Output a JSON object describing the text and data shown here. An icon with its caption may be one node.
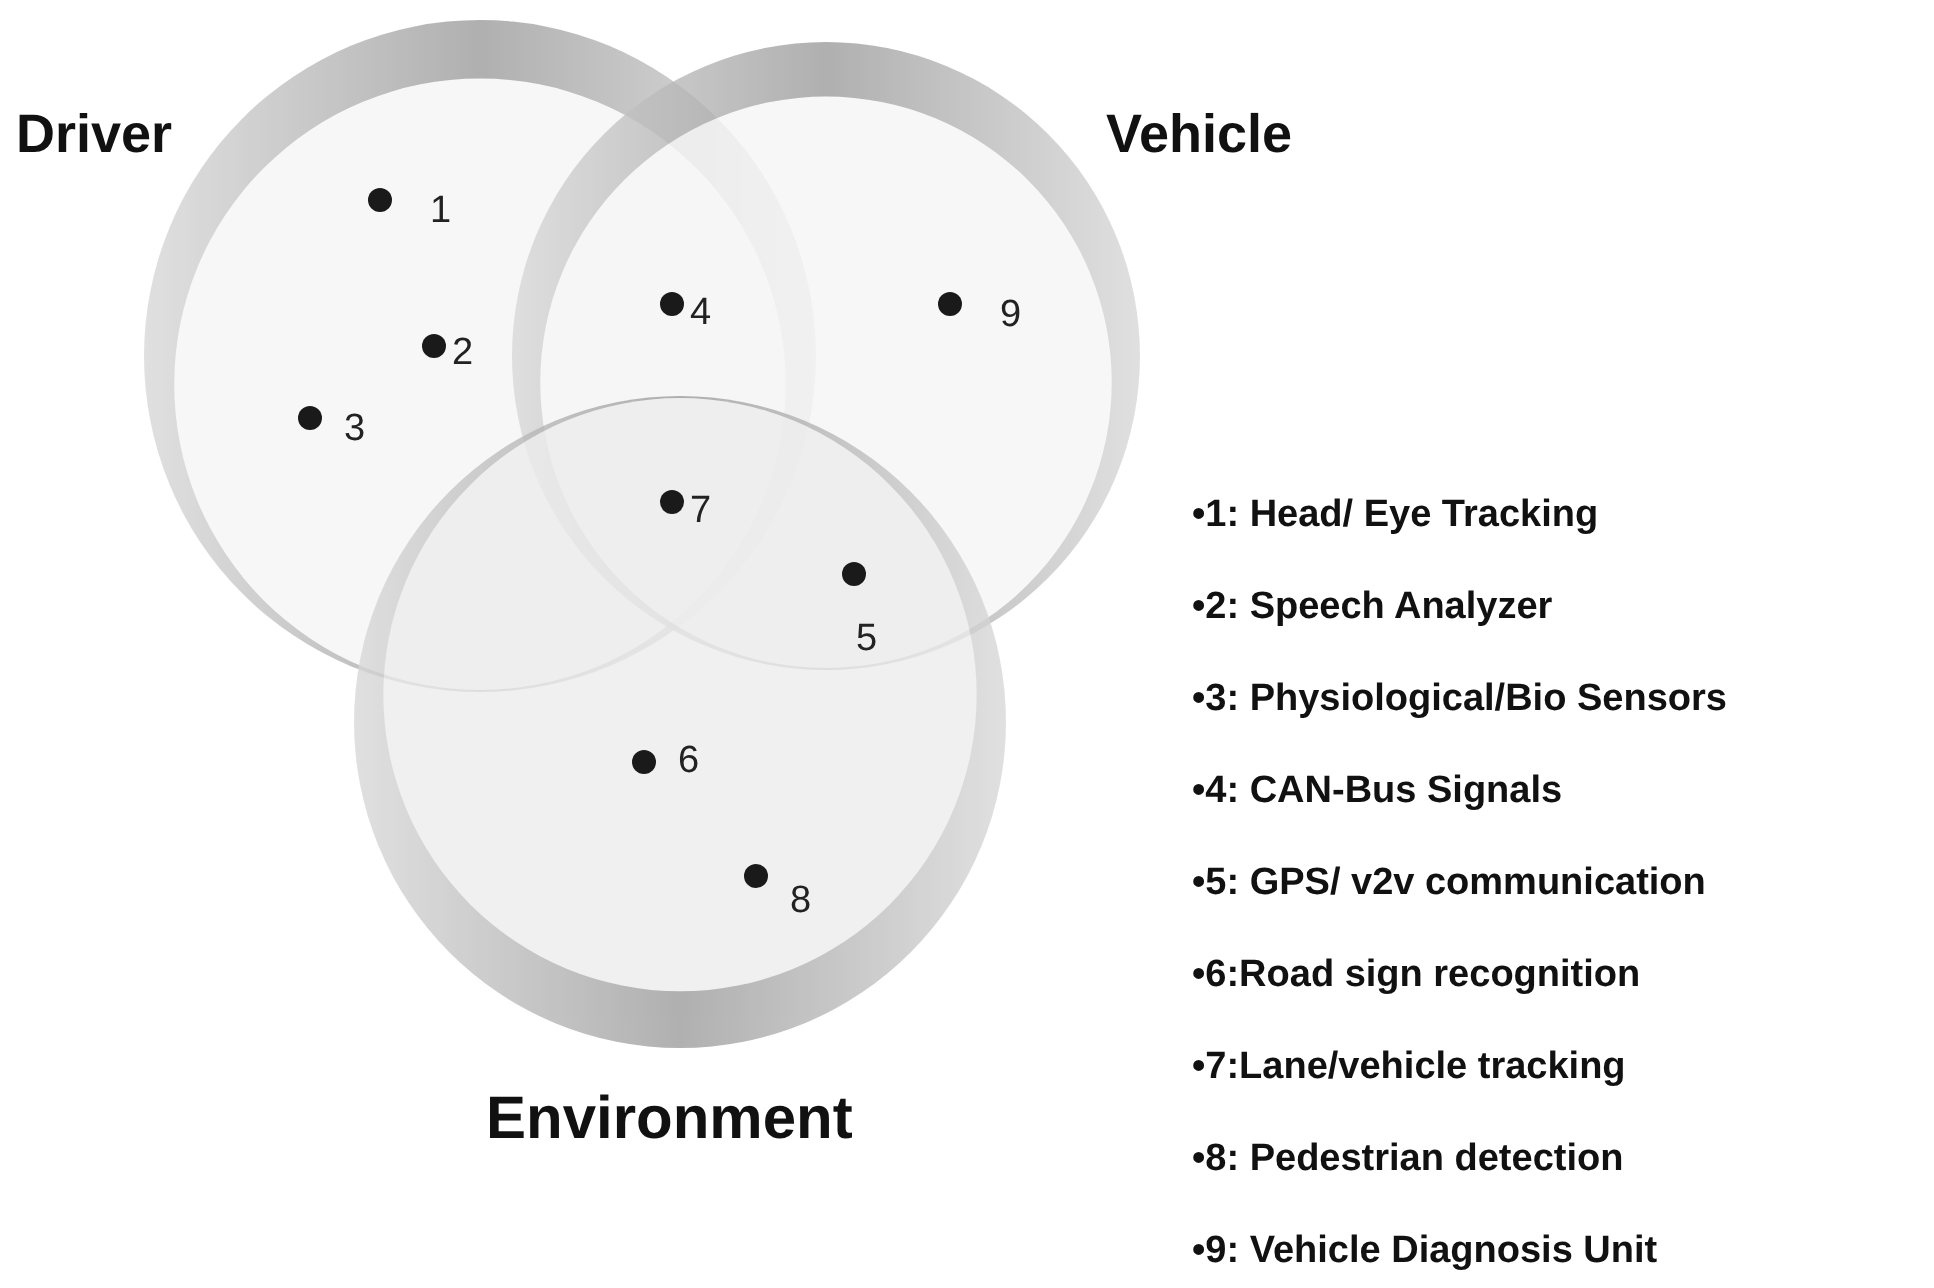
{
  "diagram": {
    "nodes": [
      {
        "text": [
          "Driver"
        ]
      },
      {
        "text": [
          "Vehicle"
        ]
      },
      {
        "text": [
          "Environment"
        ]
      },
      {
        "text": [],
        "shape": "circle",
        "beside": [
          "1"
        ],
        "in": 0
      },
      {
        "text": [],
        "shape": "circle",
        "beside": [
          "2"
        ],
        "in": 0
      },
      {
        "text": [],
        "shape": "circle",
        "beside": [
          "3"
        ],
        "in": 0
      },
      {
        "text": [],
        "shape": "circle",
        "beside": [
          "4"
        ]
      },
      {
        "text": [],
        "shape": "circle",
        "beside": [
          "9"
        ],
        "in": 1
      },
      {
        "text": [],
        "shape": "circle",
        "beside": [
          "7"
        ]
      },
      {
        "text": [],
        "shape": "circle",
        "beside": [
          "5"
        ]
      },
      {
        "text": [],
        "shape": "circle",
        "beside": [
          "6"
        ],
        "in": 2
      },
      {
        "text": [],
        "shape": "circle",
        "beside": [
          "8"
        ],
        "in": 2
      }
    ],
    "labels": [
      "•1: Head/ Eye Tracking",
      "•2: Speech Analyzer",
      "•3: Physiological/Bio Sensors",
      "•4: CAN-Bus Signals",
      "•5: GPS/ v2v communication",
      "•6:Road sign recognition",
      "•7:Lane/vehicle tracking",
      "•8: Pedestrian detection",
      "•9: Vehicle Diagnosis Unit"
    ]
  }
}
